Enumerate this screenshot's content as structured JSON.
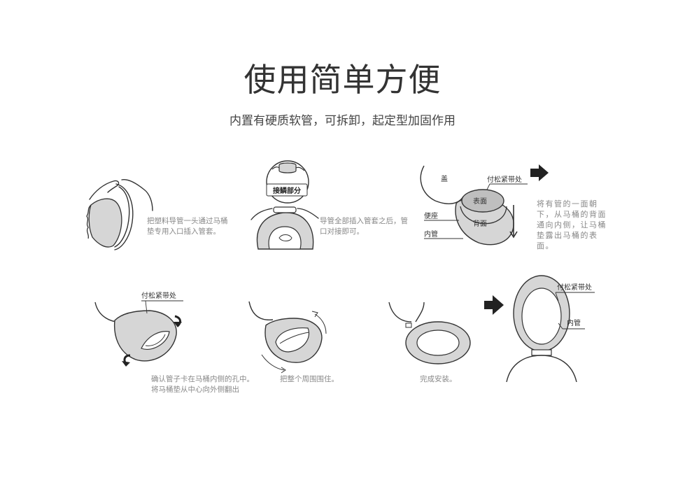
{
  "heading": {
    "title": "使用简单方便",
    "subtitle": "内置有硬质软管，可拆卸，起定型加固作用"
  },
  "steps": [
    {
      "lines": [
        "把塑料导管一头通过马桶",
        "垫专用入口插入管套。"
      ]
    },
    {
      "callout": "接鳞部分",
      "lines": [
        "导管全部插入管套之后，管",
        "口对接即可。"
      ]
    },
    {
      "labels": {
        "lid": "盖",
        "loosen_point": "付松紧带处",
        "front_face": "表面",
        "back_face": "背面",
        "seat": "便座",
        "tube": "内管"
      },
      "lines": [
        "将有管的一面朝",
        "下，从马桶的背面",
        "通向内侧，让马桶",
        "垫露出马桶的表",
        "面。"
      ]
    },
    {
      "labels": {
        "loosen_point": "付松紧带处"
      },
      "lines": [
        "确认管子卡在马桶内侧的孔中。",
        "将马桶垫从中心向外侧翻出"
      ]
    },
    {
      "lines": [
        "把整个周围围住。"
      ]
    },
    {
      "lines": [
        "完成安装。"
      ]
    },
    {
      "labels": {
        "loosen_point": "付松紧带处",
        "tube": "内管"
      }
    }
  ],
  "icons": [
    "arrow-right-icon",
    "arrow-down-icon",
    "curved-arrow-icon"
  ],
  "colors": {
    "ink": "#333333",
    "caption": "#888888",
    "pad_fill": "#d6d6d6"
  }
}
